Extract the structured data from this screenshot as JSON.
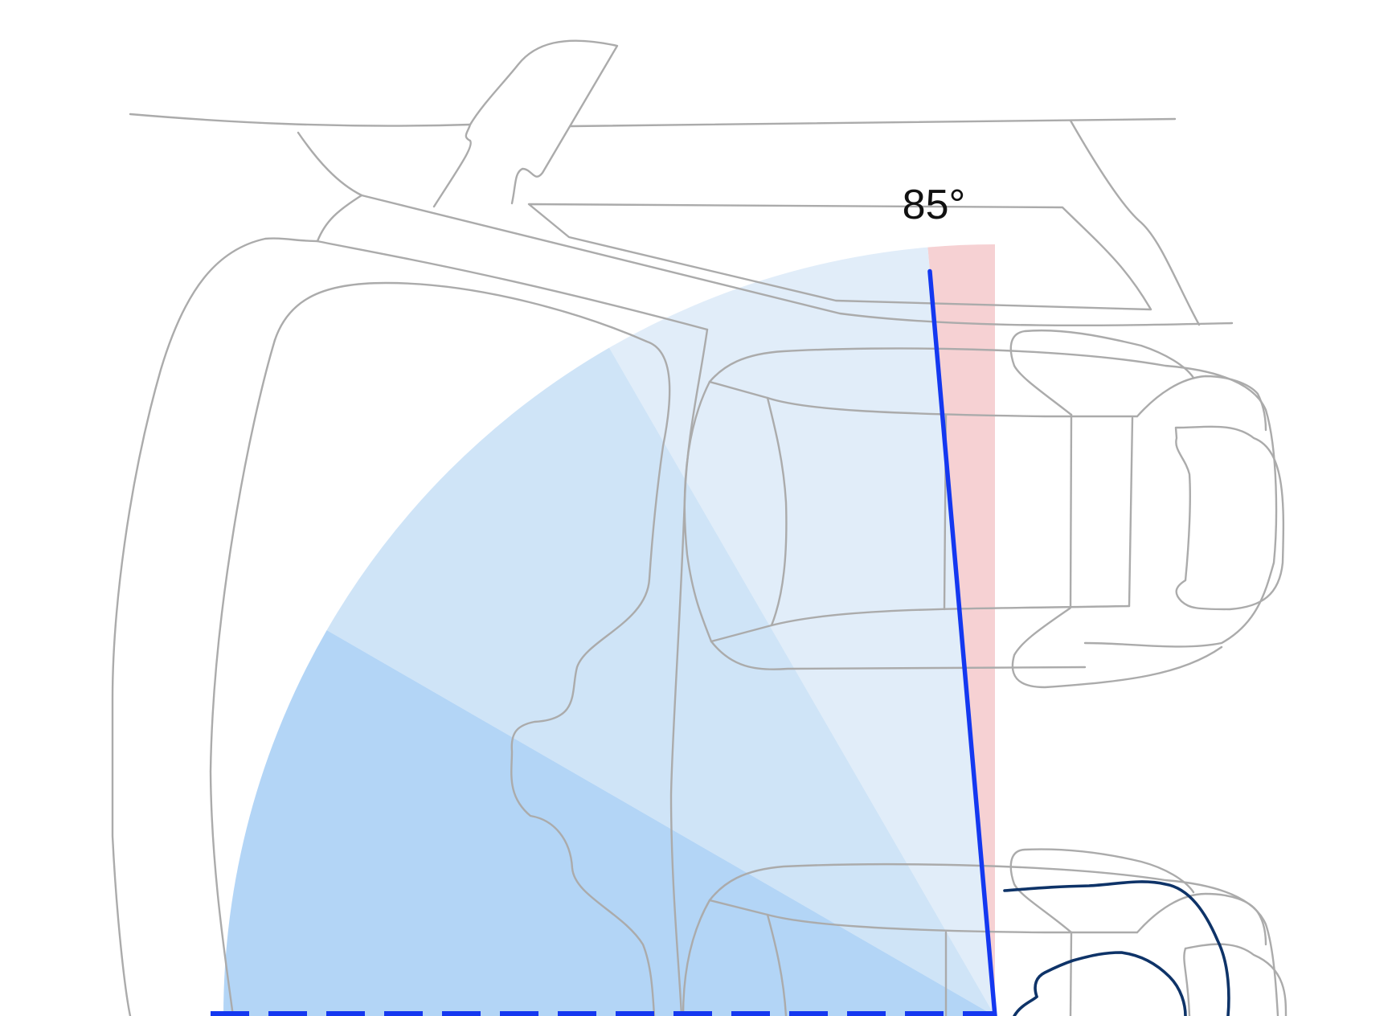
{
  "diagram": {
    "angle_label": "85°",
    "angle_degrees": 85,
    "zones_degrees": [
      {
        "from": 90,
        "to": 85,
        "color": "#f6d1d3"
      },
      {
        "from": 85,
        "to": 60,
        "color": "#e1edf9"
      },
      {
        "from": 60,
        "to": 30,
        "color": "#cfe4f7"
      },
      {
        "from": 30,
        "to": 0,
        "color": "#b3d5f6"
      }
    ],
    "colors": {
      "outline": "#ababab",
      "indicator": "#1438f0",
      "baseline": "#1438f0",
      "occupant": "#0e3368",
      "label": "#111111"
    },
    "icons": [
      "car-seat-icon",
      "occupant-head-icon"
    ]
  }
}
